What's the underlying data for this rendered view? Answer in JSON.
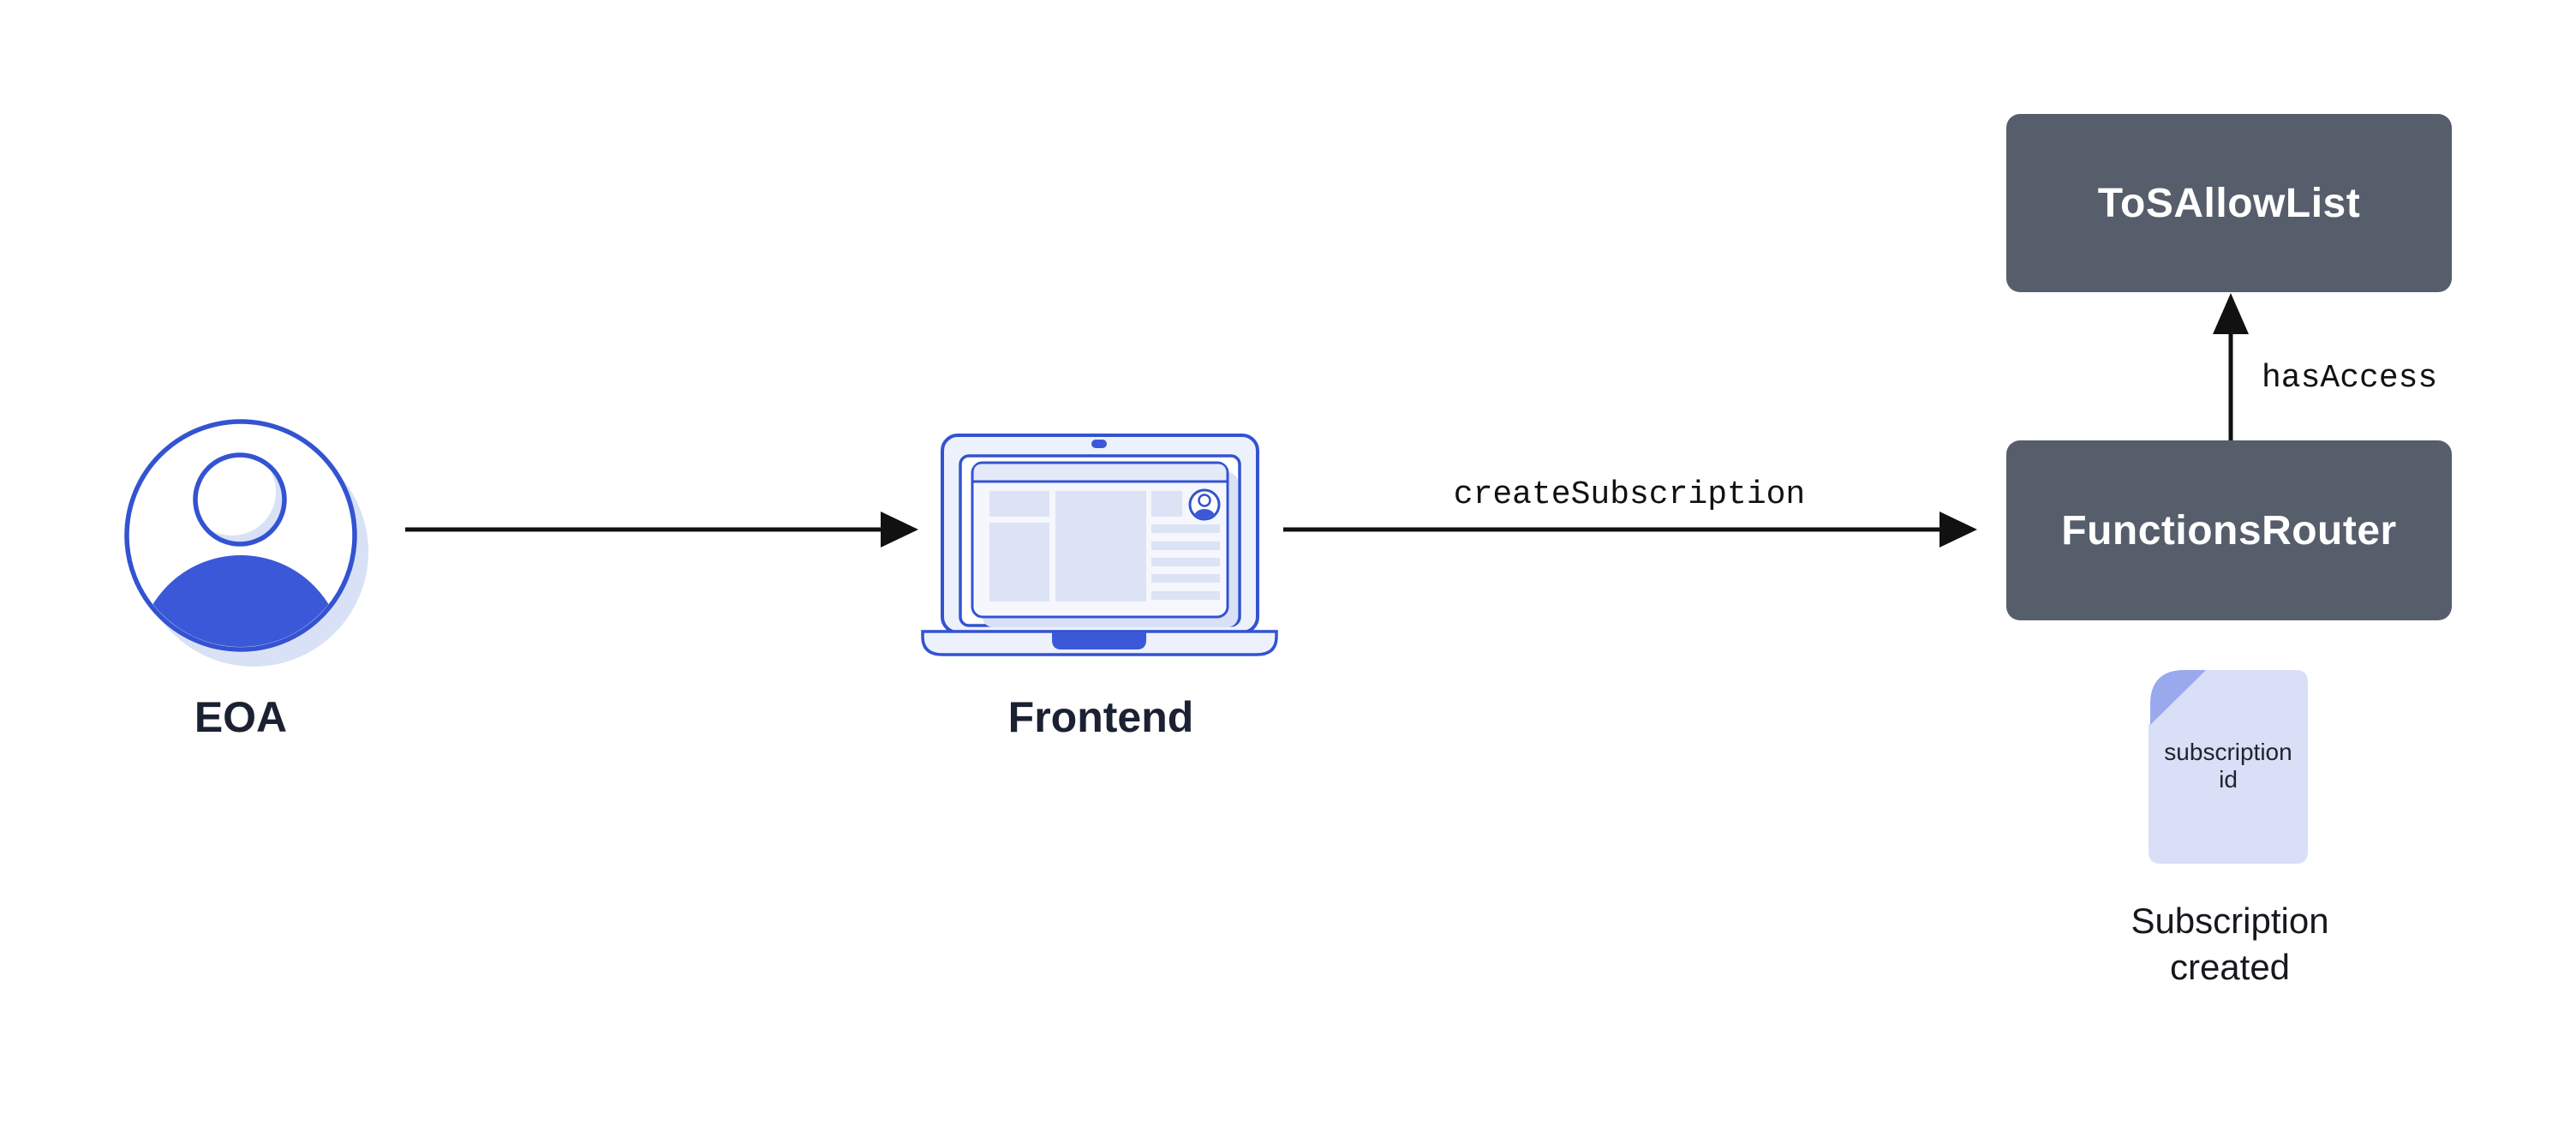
{
  "theme": {
    "background": "#ffffff",
    "stroke_blue": "#3353d1",
    "solid_blue": "#3b58d8",
    "soft_blue": "#d9e1f6",
    "panel_blue": "#dce3f5",
    "laptop_body": "#edf1fb",
    "header_blue": "#e4eaf8",
    "screen_tint": "#f5f7fd",
    "slate": "#565d6b",
    "ink": "#111111",
    "navy": "#1a2132",
    "doc_fill": "#d8dff6",
    "doc_fold": "#98a9ee",
    "caption": "#16181d"
  },
  "nodes": {
    "eoa": {
      "label": "EOA"
    },
    "frontend": {
      "label": "Frontend"
    },
    "tos_allow_list": {
      "label": "ToSAllowList"
    },
    "functions_router": {
      "label": "FunctionsRouter"
    },
    "subscription_doc": {
      "text_line1": "subscription",
      "text_line2": "id",
      "caption_line1": "Subscription",
      "caption_line2": "created"
    }
  },
  "edges": {
    "eoa_to_frontend": {
      "label": ""
    },
    "frontend_to_functions_router": {
      "label": "createSubscription"
    },
    "functions_router_to_tos_allow_list": {
      "label": "hasAccess"
    }
  }
}
